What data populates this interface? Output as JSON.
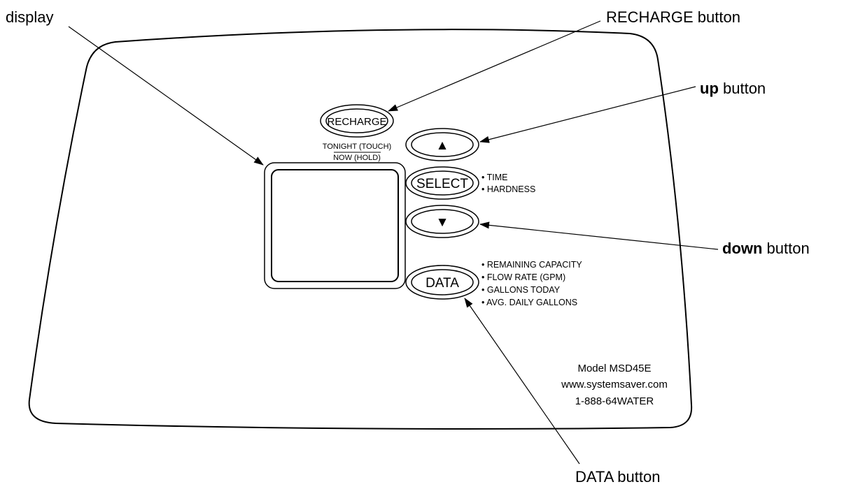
{
  "callouts": {
    "display": "display",
    "recharge": "RECHARGE button",
    "up_bold": "up",
    "up_rest": " button",
    "down_bold": "down",
    "down_rest": " button",
    "data": "DATA button"
  },
  "buttons": {
    "recharge": "RECHARGE",
    "up_glyph": "▲",
    "select": "SELECT",
    "down_glyph": "▼",
    "data": "DATA"
  },
  "recharge_caption": {
    "line1": "TONIGHT (TOUCH)",
    "line2": "NOW (HOLD)"
  },
  "select_options": [
    "• TIME",
    "• HARDNESS"
  ],
  "data_options": [
    "• REMAINING CAPACITY",
    "• FLOW RATE (GPM)",
    "• GALLONS TODAY",
    "• AVG. DAILY GALLONS"
  ],
  "model_info": {
    "model": "Model MSD45E",
    "website": "www.systemsaver.com",
    "phone": "1-888-64WATER"
  }
}
